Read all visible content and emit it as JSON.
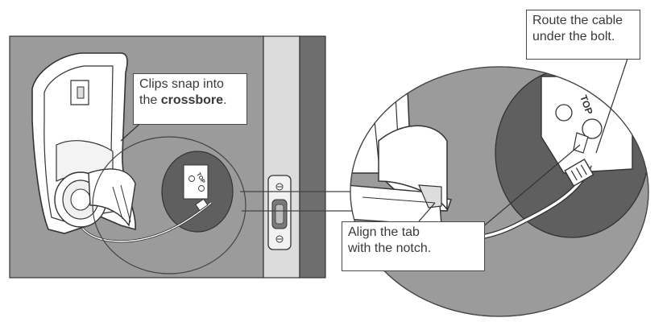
{
  "callouts": {
    "clips": {
      "line1": "Clips snap into",
      "line2_prefix": "the ",
      "line2_bold": "crossbore",
      "line2_suffix": "."
    },
    "cable": {
      "line1": "Route the cable",
      "line2": "under the bolt."
    },
    "tab": {
      "line1": "Align the tab",
      "line2": "with the notch."
    }
  },
  "labels": {
    "top_small": "TOP",
    "top_large": "TOP"
  },
  "colors": {
    "wall": "#9b9b9b",
    "door_dark": "#6e6e6e",
    "edge": "#dcdcdc",
    "lock_body": "#ffffff",
    "line": "#333333",
    "mount_hole": "#555555"
  }
}
